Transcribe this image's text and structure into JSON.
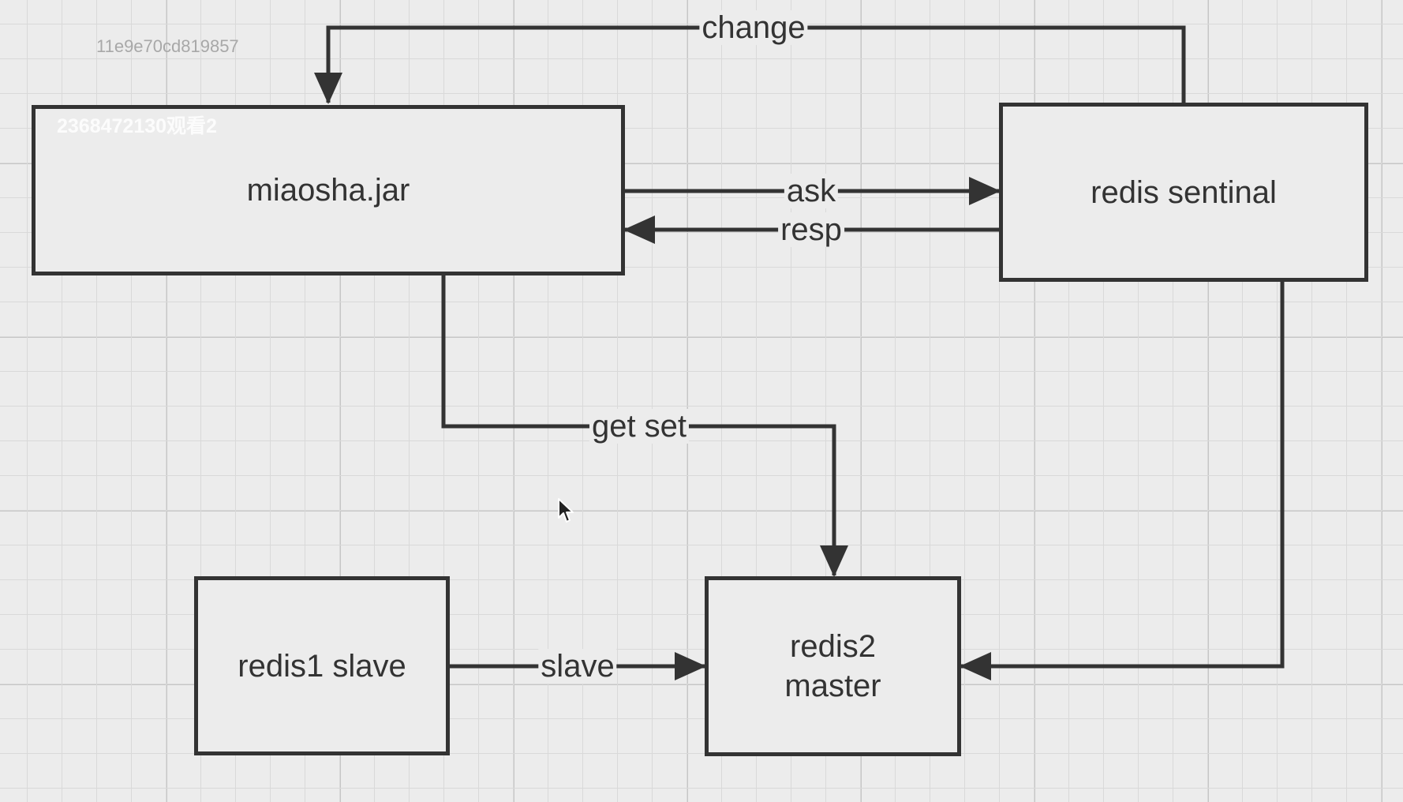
{
  "diagram": {
    "nodes": {
      "miaosha": {
        "label": "miaosha.jar"
      },
      "sentinel": {
        "label": "redis sentinal"
      },
      "slave": {
        "label": "redis1 slave"
      },
      "master": {
        "label": "redis2\nmaster"
      }
    },
    "edges": {
      "change": {
        "label": "change"
      },
      "ask": {
        "label": "ask"
      },
      "resp": {
        "label": "resp"
      },
      "get_set": {
        "label": "get set"
      },
      "slave": {
        "label": "slave"
      }
    },
    "colors": {
      "line": "#333333",
      "node_fill": "#ececec",
      "grid_minor": "#d9d9d9",
      "grid_major": "#c6c6c6"
    }
  },
  "overlay": {
    "id_watermark": "11e9e70cd819857",
    "viewer_watermark": "2368472130观看2"
  }
}
